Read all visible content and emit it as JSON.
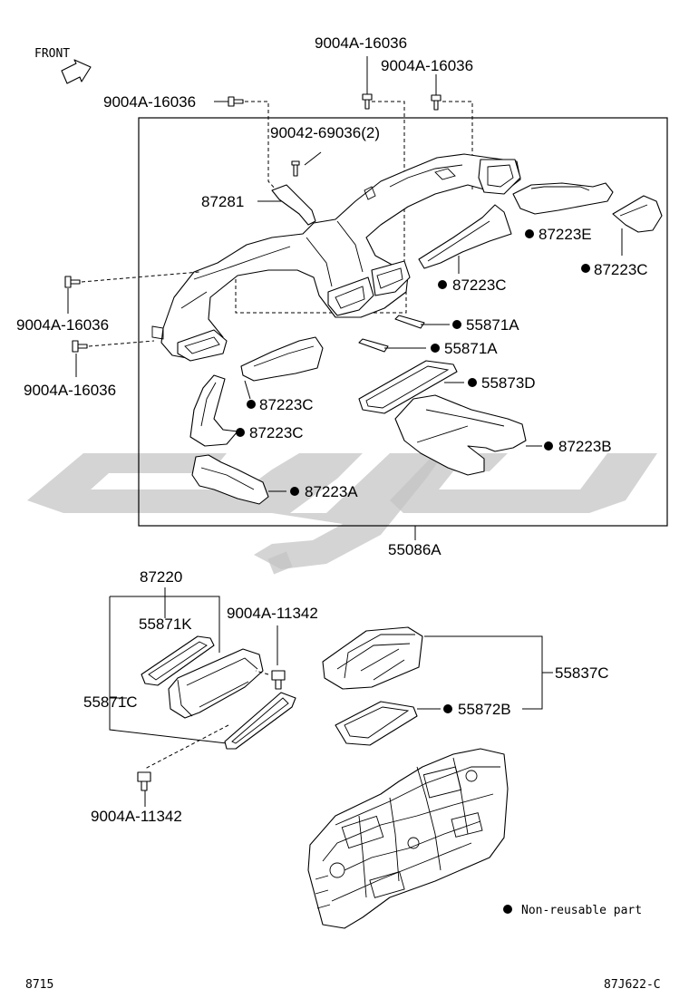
{
  "front_label": "FRONT",
  "parts": {
    "bolt_top_a": "9004A-16036",
    "bolt_top_b": "9004A-16036",
    "bolt_top_left": "9004A-16036",
    "clip_qty": "90042-69036(2)",
    "bracket": "87281",
    "duct_e": "87223E",
    "duct_c_right": "87223C",
    "duct_c_mid": "87223C",
    "bolt_left_a": "9004A-16036",
    "bolt_left_b": "9004A-16036",
    "seal_a1": "55871A",
    "seal_a2": "55871A",
    "seal_d": "55873D",
    "duct_c_left1": "87223C",
    "duct_c_left2": "87223C",
    "duct_b": "87223B",
    "duct_a": "87223A",
    "duct_assy": "55086A",
    "filter_assy": "87220",
    "seal_k": "55871K",
    "seal_c": "55871C",
    "bolt_filter_a": "9004A-11342",
    "bolt_filter_b": "9004A-11342",
    "duct_box": "55837C",
    "seal_b": "55872B"
  },
  "legend": {
    "text": "Non-reusable part"
  },
  "footer": {
    "left": "8715",
    "right": "87J622-C"
  }
}
